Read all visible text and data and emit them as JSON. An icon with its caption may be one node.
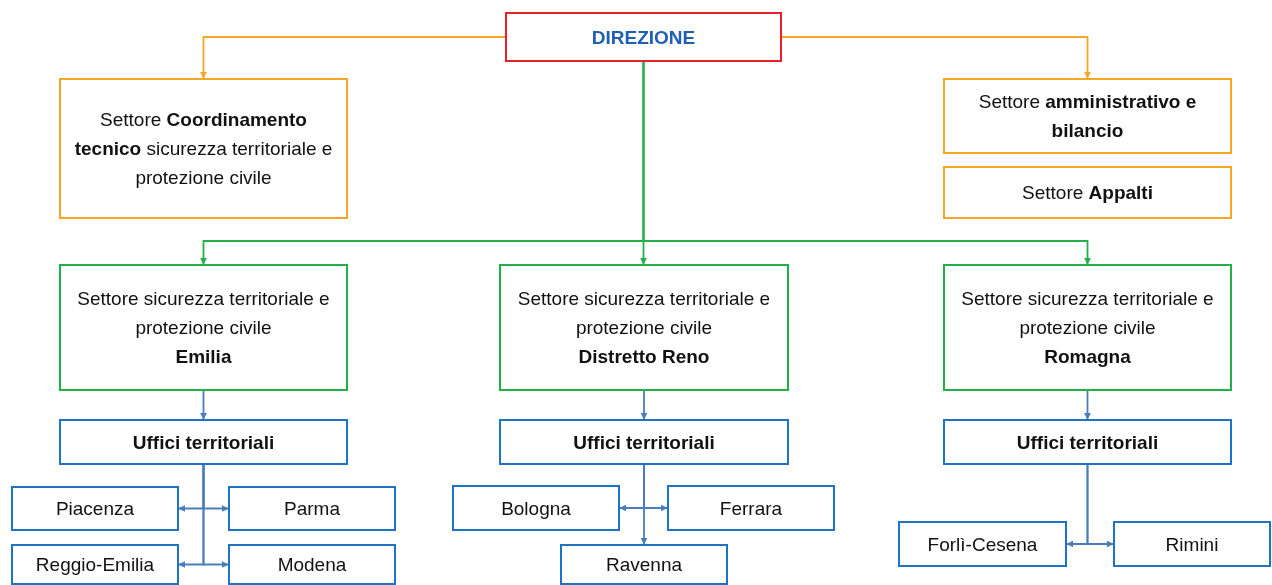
{
  "diagram": {
    "nodes": [
      {
        "text": [
          "DIREZIONE"
        ]
      },
      {
        "text": [
          "Settore **Coordinamento tecnico** sicurezza territoriale e protezione civile"
        ]
      },
      {
        "text": [
          "Settore **amministrativo e bilancio**"
        ]
      },
      {
        "text": [
          "Settore **Appalti**"
        ]
      },
      {
        "text": [
          "Settore sicurezza territoriale e protezione civile",
          "Emilia"
        ]
      },
      {
        "text": [
          "Settore sicurezza territoriale e protezione civile",
          "Distretto Reno"
        ]
      },
      {
        "text": [
          "Settore sicurezza territoriale e protezione civile",
          "Romagna"
        ]
      },
      {
        "text": [
          "Uffici territoriali"
        ]
      },
      {
        "text": [
          "Piacenza"
        ]
      },
      {
        "text": [
          "Parma"
        ]
      },
      {
        "text": [
          "Reggio-Emilia"
        ]
      },
      {
        "text": [
          "Modena"
        ]
      },
      {
        "text": [
          "Uffici territoriali"
        ]
      },
      {
        "text": [
          "Bologna"
        ]
      },
      {
        "text": [
          "Ferrara"
        ]
      },
      {
        "text": [
          "Ravenna"
        ]
      },
      {
        "text": [
          "Uffici territoriali"
        ]
      },
      {
        "text": [
          "Forlì-Cesena"
        ]
      },
      {
        "text": [
          "Rimini"
        ]
      }
    ],
    "edges": [
      {
        "from": 0,
        "to": 1,
        "arrow": "to",
        "color": "#f5a623"
      },
      {
        "from": 0,
        "to": 2,
        "arrow": "to",
        "color": "#f5a623"
      },
      {
        "from": 0,
        "to": 4,
        "arrow": "to",
        "color": "#22b04b"
      },
      {
        "from": 0,
        "to": 5,
        "arrow": "to",
        "color": "#22b04b"
      },
      {
        "from": 0,
        "to": 6,
        "arrow": "to",
        "color": "#22b04b"
      },
      {
        "from": 4,
        "to": 7,
        "arrow": "to"
      },
      {
        "from": 5,
        "to": 12,
        "arrow": "to"
      },
      {
        "from": 6,
        "to": 16,
        "arrow": "to"
      },
      {
        "from": 7,
        "to": 8,
        "arrow": "to"
      },
      {
        "from": 7,
        "to": 9,
        "arrow": "to"
      },
      {
        "from": 7,
        "to": 10,
        "arrow": "to"
      },
      {
        "from": 7,
        "to": 11,
        "arrow": "to"
      },
      {
        "from": 12,
        "to": 13,
        "arrow": "to"
      },
      {
        "from": 12,
        "to": 14,
        "arrow": "to"
      },
      {
        "from": 12,
        "to": 15,
        "arrow": "to"
      },
      {
        "from": 16,
        "to": 17,
        "arrow": "to"
      },
      {
        "from": 16,
        "to": 18,
        "arrow": "to"
      }
    ]
  }
}
